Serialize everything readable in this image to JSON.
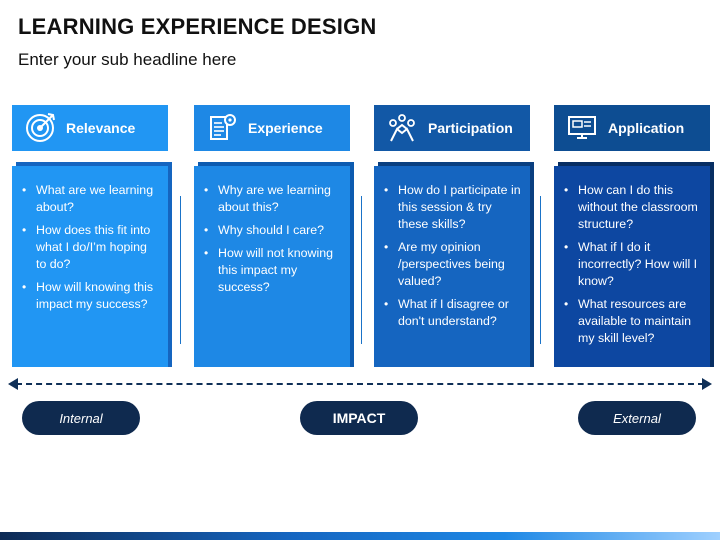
{
  "title": "LEARNING EXPERIENCE DESIGN",
  "subtitle": "Enter your sub headline here",
  "columns": [
    {
      "header": "Relevance",
      "icon": "target-icon",
      "header_color": "#2196f3",
      "card_color": "#2196f3",
      "items": [
        "What are we learning about?",
        "How does this fit into what I do/I’m hoping to do?",
        "How will knowing this impact my success?"
      ]
    },
    {
      "header": "Experience",
      "icon": "document-gear-icon",
      "header_color": "#1e88e5",
      "card_color": "#1e88e5",
      "items": [
        "Why are we learning about this?",
        "Why should I care?",
        "How will not knowing this impact my success?"
      ]
    },
    {
      "header": "Participation",
      "icon": "hands-together-icon",
      "header_color": "#1258a6",
      "card_color": "#1565c0",
      "items": [
        "How do I participate in this session & try these skills?",
        "Are my opinion /perspectives being valued?",
        "What if I disagree or don't understand?"
      ]
    },
    {
      "header": "Application",
      "icon": "monitor-icon",
      "header_color": "#0d4d92",
      "card_color": "#0d47a1",
      "items": [
        "How can I do this without the classroom structure?",
        "What if I do it incorrectly? How will I know?",
        "What resources are available to maintain my skill level?"
      ]
    }
  ],
  "scale": {
    "left_label": "Internal",
    "center_label": "IMPACT",
    "right_label": "External"
  }
}
